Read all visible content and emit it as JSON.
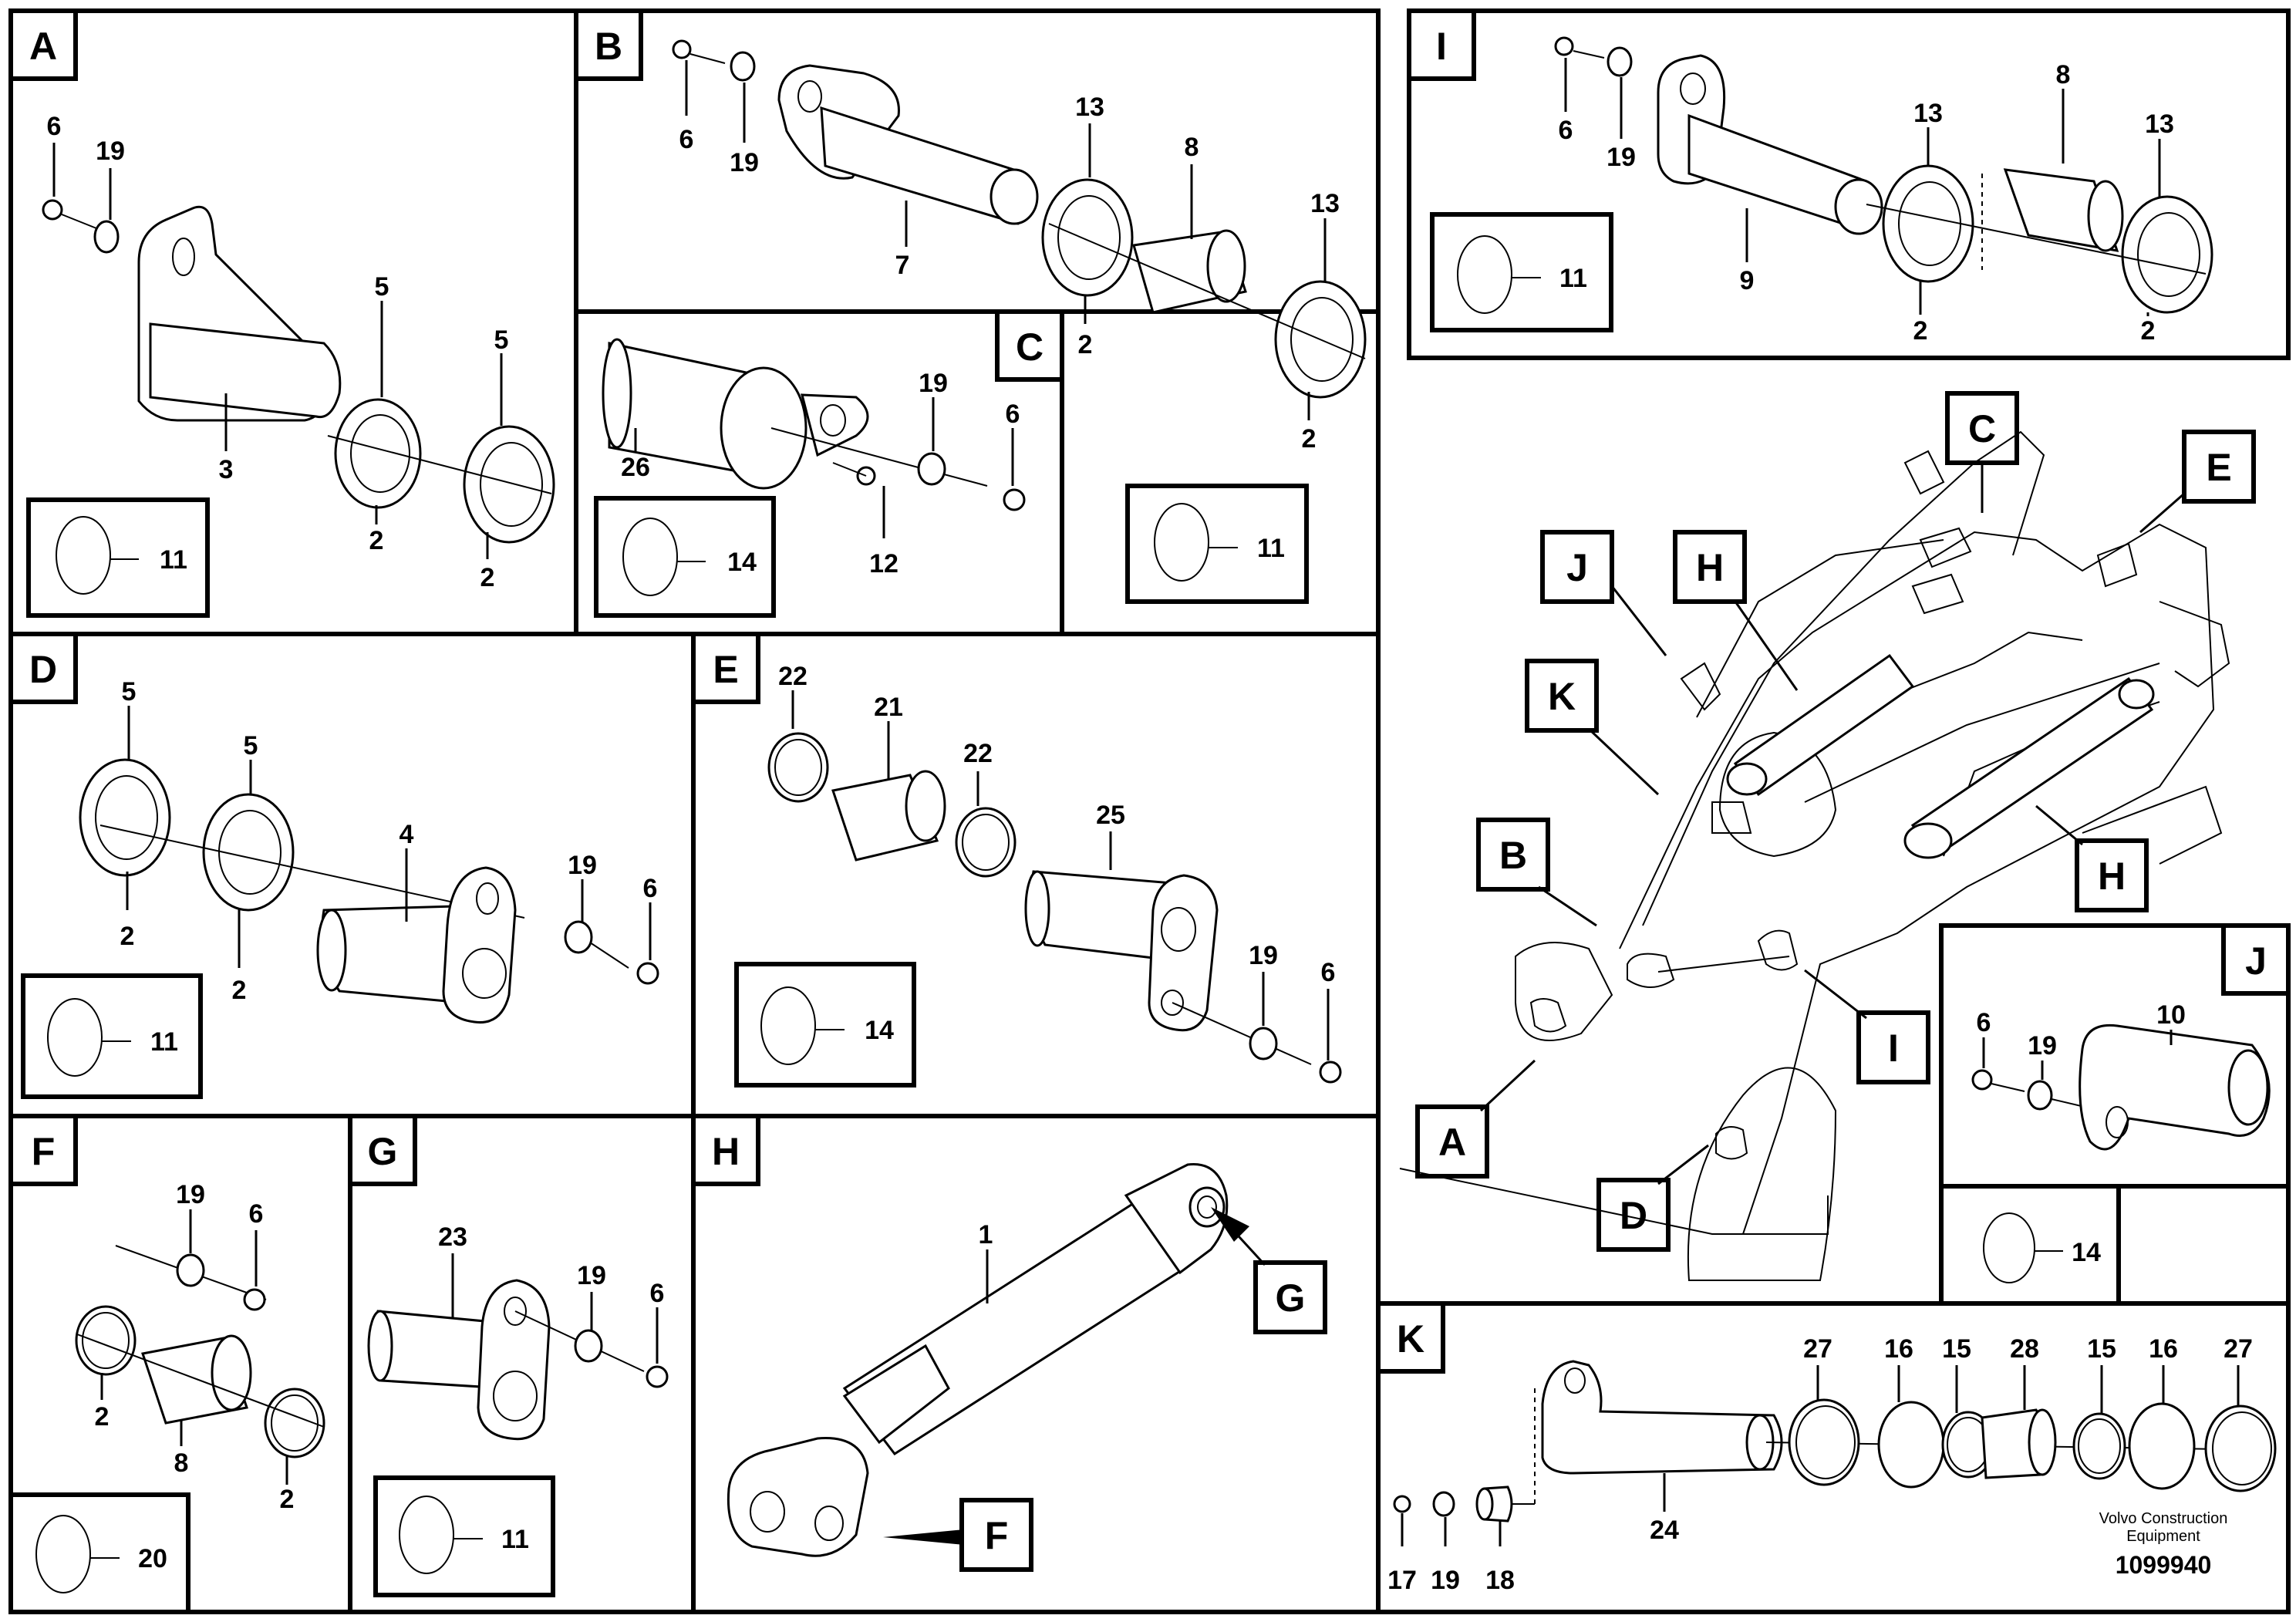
{
  "panels": [
    {
      "id": "A",
      "letter": "A",
      "callouts": [
        "6",
        "19",
        "5",
        "5",
        "3",
        "2",
        "2"
      ],
      "ref_box": "11"
    },
    {
      "id": "B",
      "letter": "B",
      "callouts": [
        "6",
        "19",
        "13",
        "8",
        "13",
        "7",
        "2",
        "2"
      ],
      "ref_box": "11"
    },
    {
      "id": "C",
      "letter": "C",
      "callouts": [
        "19",
        "6",
        "26",
        "12"
      ],
      "ref_box": "14"
    },
    {
      "id": "D",
      "letter": "D",
      "callouts": [
        "5",
        "5",
        "4",
        "19",
        "6",
        "2",
        "2"
      ],
      "ref_box": "11"
    },
    {
      "id": "E",
      "letter": "E",
      "callouts": [
        "22",
        "21",
        "22",
        "25",
        "19",
        "6"
      ],
      "ref_box": "14"
    },
    {
      "id": "F",
      "letter": "F",
      "callouts": [
        "19",
        "6",
        "2",
        "8",
        "2"
      ],
      "ref_box": "20"
    },
    {
      "id": "G",
      "letter": "G",
      "callouts": [
        "23",
        "19",
        "6"
      ],
      "ref_box": "11"
    },
    {
      "id": "H",
      "letter": "H",
      "callouts": [
        "1",
        "G",
        "F"
      ]
    },
    {
      "id": "I",
      "letter": "I",
      "callouts": [
        "6",
        "19",
        "13",
        "8",
        "13",
        "9",
        "2",
        "2"
      ],
      "ref_box": "11"
    },
    {
      "id": "J",
      "letter": "J",
      "callouts": [
        "6",
        "19",
        "10"
      ],
      "ref_box": "14"
    },
    {
      "id": "K",
      "letter": "K",
      "callouts": [
        "27",
        "16",
        "15",
        "28",
        "15",
        "16",
        "27",
        "24",
        "17",
        "19",
        "18"
      ]
    }
  ],
  "overview_labels": [
    "C",
    "E",
    "J",
    "H",
    "K",
    "B",
    "H",
    "I",
    "A",
    "D"
  ],
  "credit": {
    "line1": "Volvo Construction",
    "line2": "Equipment"
  },
  "doc_number": "1099940",
  "colors": {
    "ink": "#000000",
    "paper": "#ffffff"
  }
}
